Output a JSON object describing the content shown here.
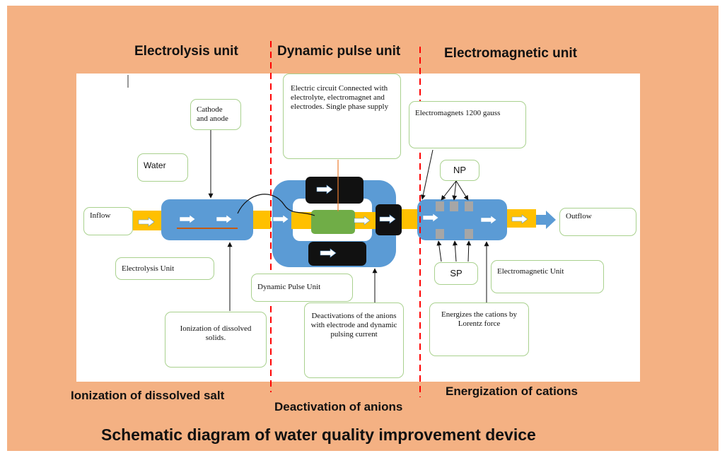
{
  "title": "Schematic diagram of water quality improvement device",
  "sections": {
    "top": [
      "Electrolysis unit",
      "Dynamic pulse unit",
      "Electromagnetic unit"
    ],
    "bottom": [
      "Ionization of dissolved salt",
      "Deactivation of anions",
      "Energization of cations"
    ]
  },
  "labels": {
    "inflow": "Inflow",
    "outflow": "Outflow",
    "water": "Water",
    "cathode_anode": "Cathode and anode",
    "electrolysis_unit": "Electrolysis Unit",
    "ionization": "Ionization of dissolved solids.",
    "electric_circuit": "Electric circuit Connected with electrolyte, electromagnet and electrodes. Single phase supply",
    "dynamic_pulse_unit": "Dynamic Pulse Unit",
    "deactivations": "Deactivations of the anions with electrode and dynamic pulsing current",
    "electromagnets": "Electromagnets 1200 gauss",
    "np": "NP",
    "sp": "SP",
    "electromagnetic_unit": "Electromagnetic Unit",
    "energizes": "Energizes the cations by Lorentz force"
  },
  "colors": {
    "background": "#f4b183",
    "unit_fill": "#5b9bd5",
    "pipe": "#ffc000",
    "electrode": "#70ad47",
    "divider": "#ff0000",
    "box_border": "#a9d18e",
    "magnet": "#a6a6a6"
  }
}
